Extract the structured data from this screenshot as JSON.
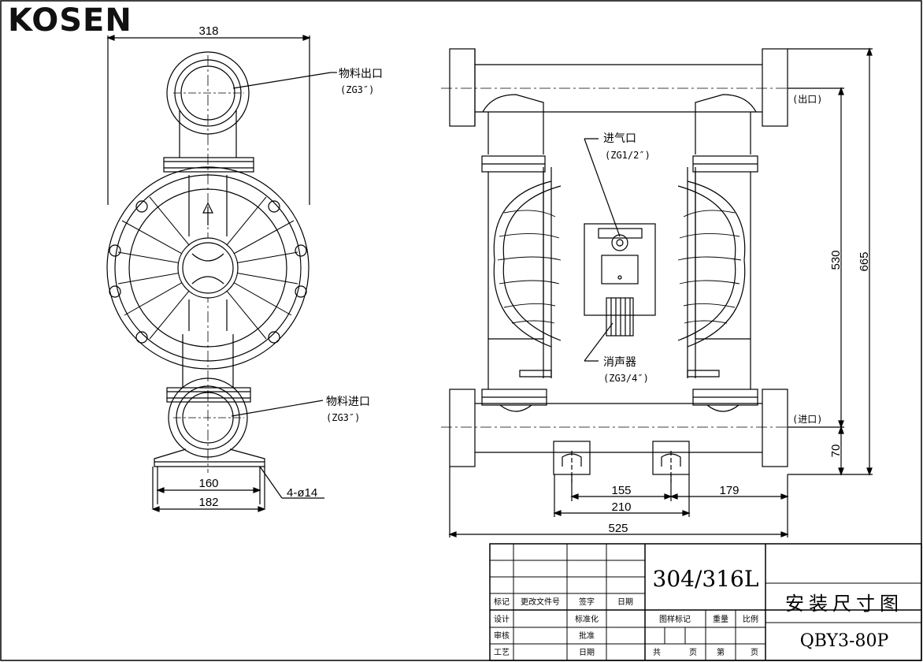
{
  "brand": {
    "logo_text": "KOSEN"
  },
  "front_view": {
    "width_dim": "318",
    "outlet_label": "物料出口",
    "outlet_spec": "(ZG3″)",
    "inlet_label": "物料进口",
    "inlet_spec": "(ZG3″)",
    "base_inner_dim": "160",
    "base_outer_dim": "182",
    "hole_spec": "4-ø14"
  },
  "side_view": {
    "air_inlet_label": "进气口",
    "air_inlet_spec": "(ZG1/2″)",
    "muffler_label": "消声器",
    "muffler_spec": "(ZG3/4″)",
    "outlet_tag": "(出口)",
    "inlet_tag": "(进口)",
    "dim_530": "530",
    "dim_665": "665",
    "dim_70": "70",
    "dim_155": "155",
    "dim_179": "179",
    "dim_210": "210",
    "dim_525": "525"
  },
  "title_block": {
    "material": "304/316L",
    "drawing_title": "安装尺寸图",
    "model": "QBY3-80P",
    "row_marks": [
      "标记",
      "更改文件号",
      "签字",
      "日期"
    ],
    "design": "设计",
    "standardize": "标准化",
    "review": "审核",
    "approve": "批准",
    "process": "工艺",
    "date": "日期",
    "sample_mark": "图样标记",
    "weight": "重量",
    "scale": "比例",
    "total": "共",
    "page": "页",
    "no": "第",
    "page2": "页"
  }
}
